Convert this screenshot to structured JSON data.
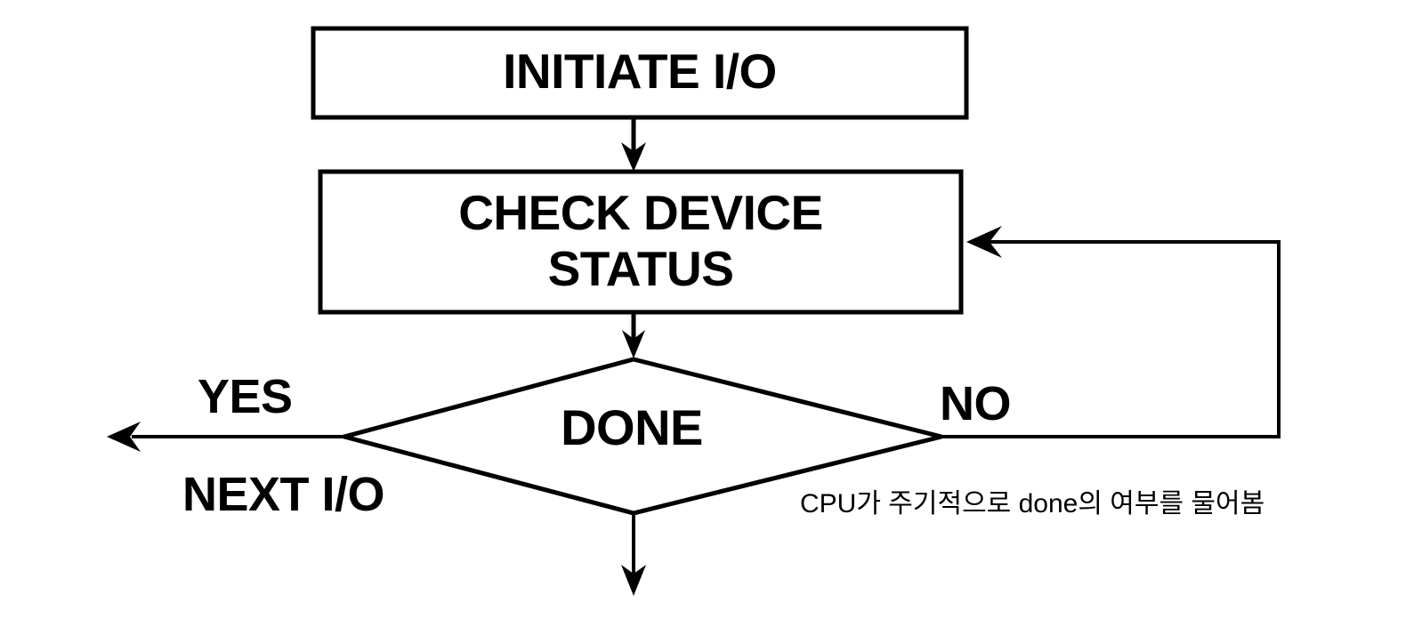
{
  "diagram": {
    "title": "Programmed I/O polling flowchart",
    "background_color": "#ffffff",
    "stroke_color": "#000000",
    "nodes": [
      {
        "id": "initiate-io",
        "type": "process",
        "label": "INITIATE I/O"
      },
      {
        "id": "check-device-status",
        "type": "process",
        "label": "CHECK DEVICE\nSTATUS"
      },
      {
        "id": "done",
        "type": "decision",
        "label": "DONE"
      }
    ],
    "edge_labels": {
      "yes": "YES",
      "no": "NO",
      "next_io": "NEXT I/O"
    },
    "annotations": [
      {
        "id": "korean-note",
        "text": "CPU가 주기적으로 done의 여부를 물어봄"
      }
    ]
  }
}
